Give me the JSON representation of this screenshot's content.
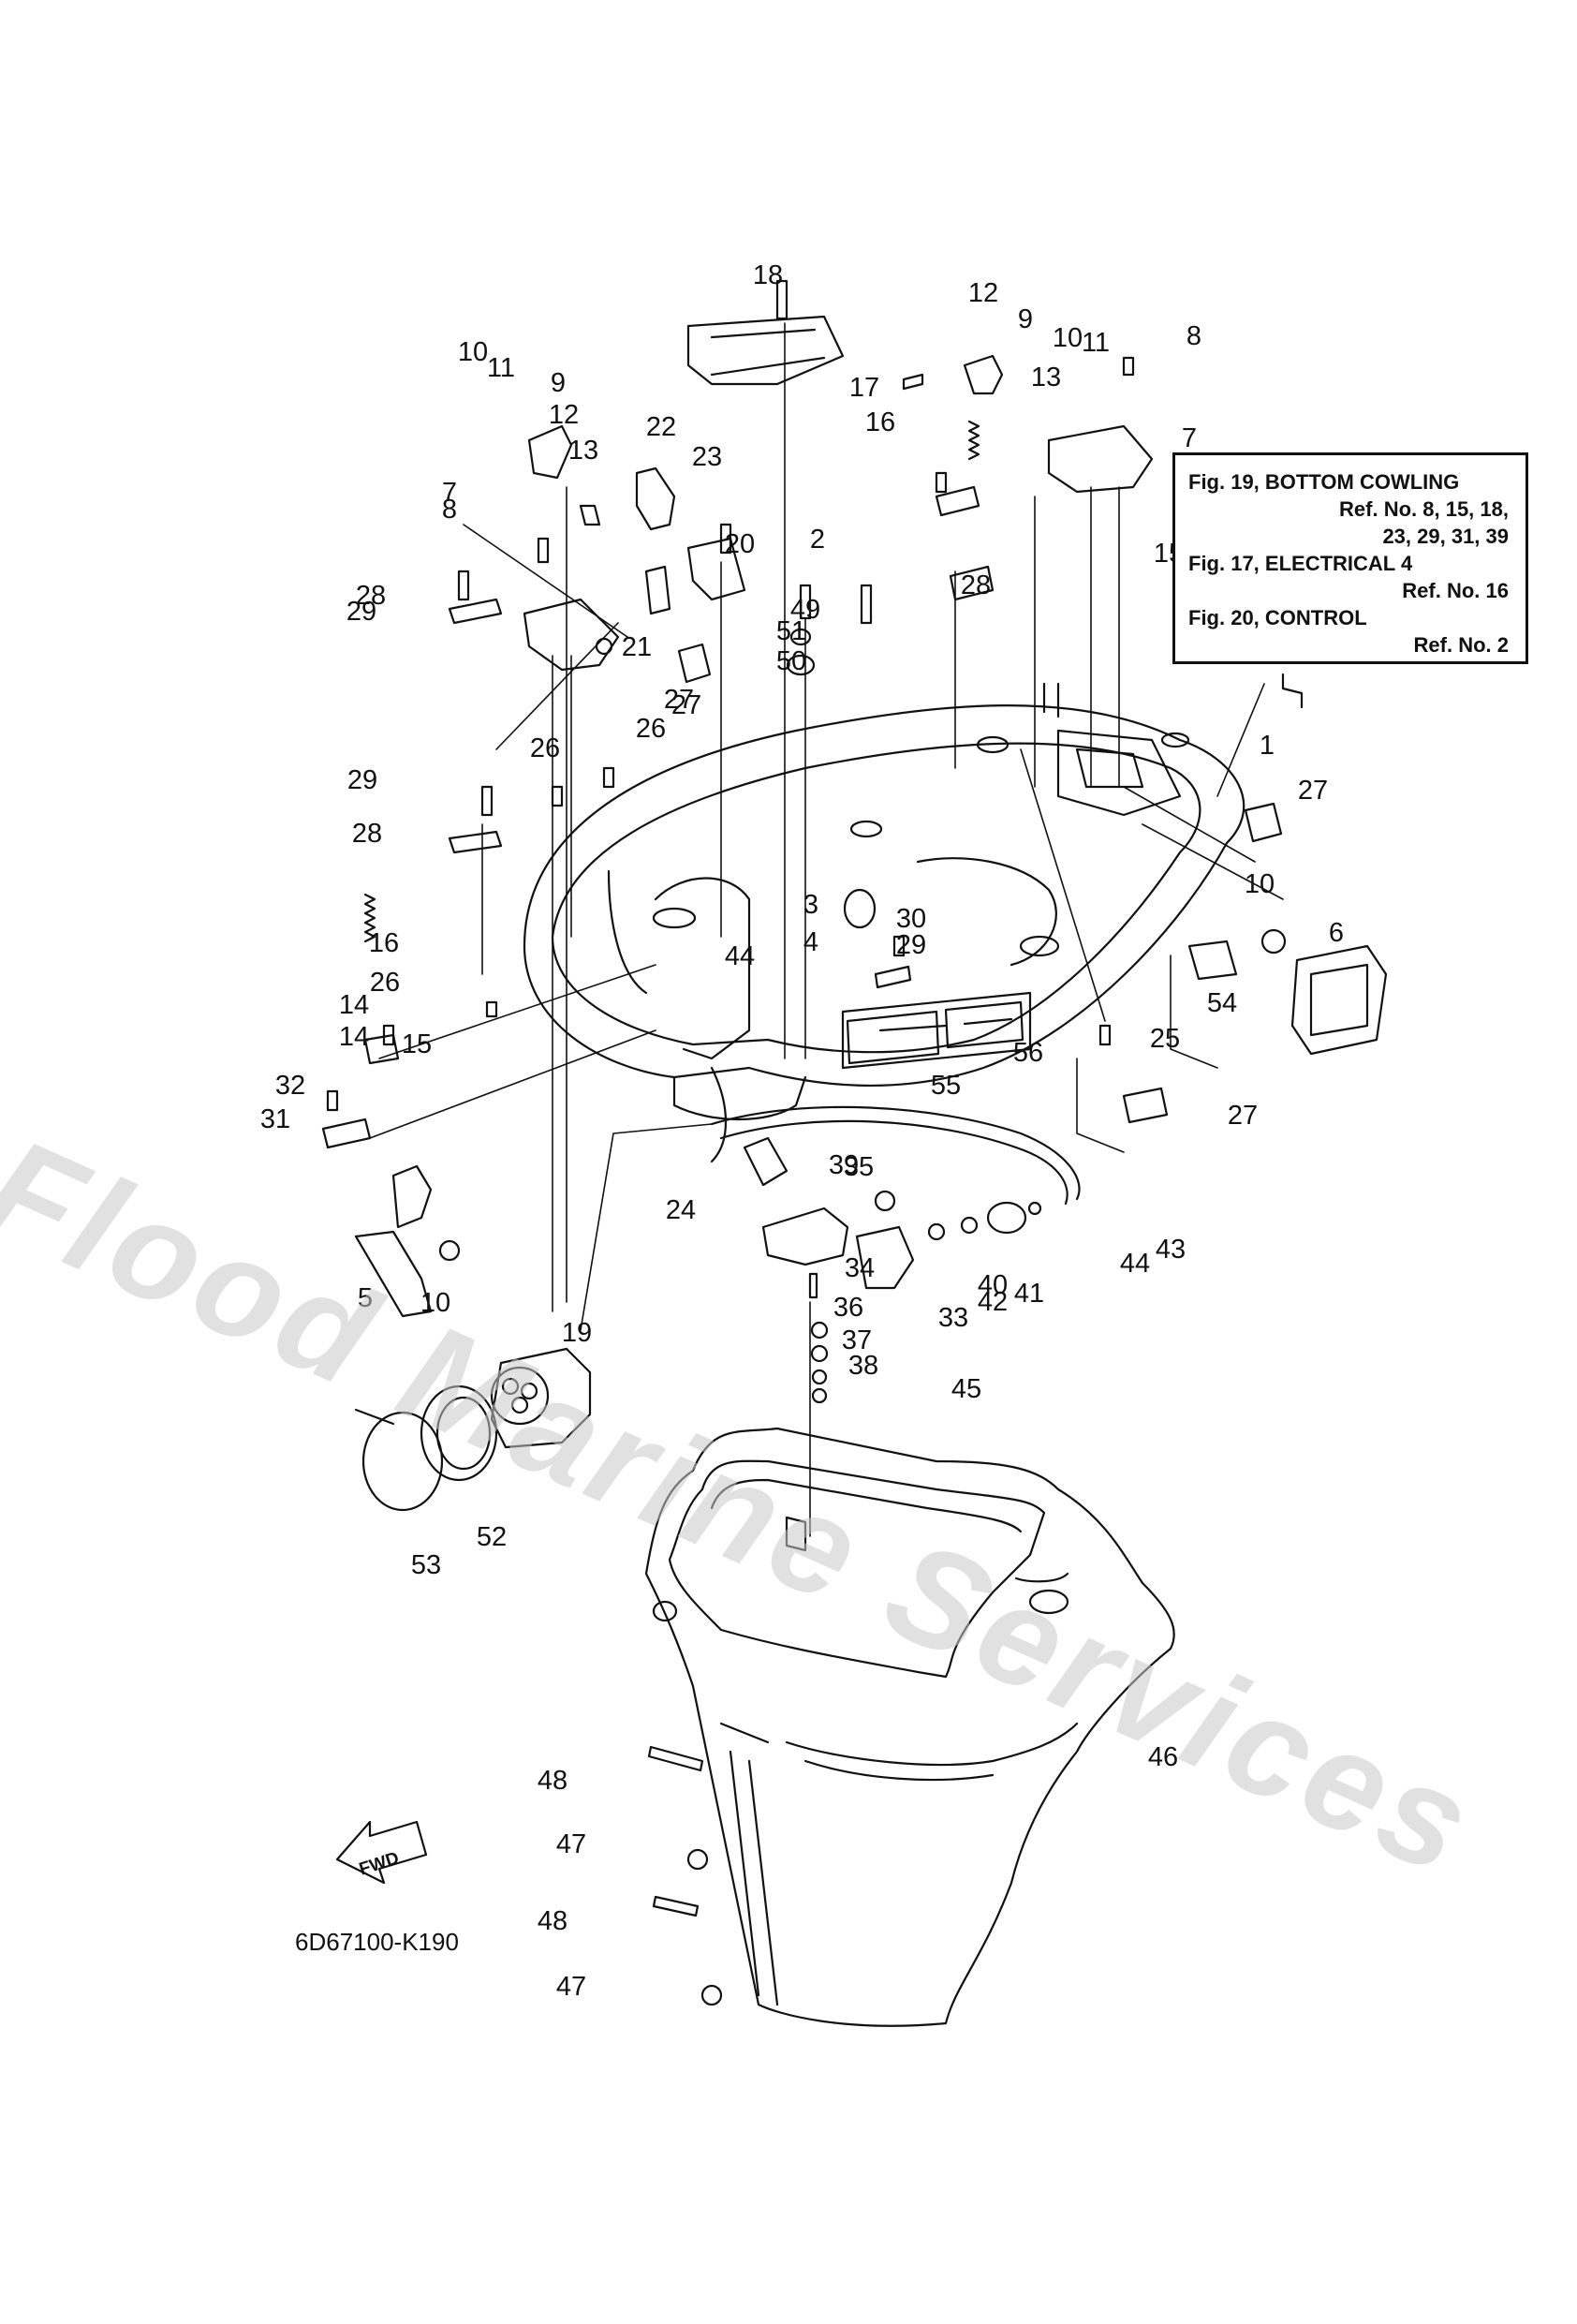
{
  "reference_box": {
    "lines": [
      {
        "kind": "fig",
        "text": "Fig. 19, BOTTOM COWLING"
      },
      {
        "kind": "ref",
        "text": "Ref. No. 8, 15, 18,"
      },
      {
        "kind": "ref",
        "text": "23, 29, 31, 39"
      },
      {
        "kind": "fig",
        "text": "Fig. 17, ELECTRICAL 4"
      },
      {
        "kind": "ref",
        "text": "Ref. No. 16"
      },
      {
        "kind": "fig",
        "text": "Fig. 20, CONTROL"
      },
      {
        "kind": "ref",
        "text": "Ref. No. 2"
      }
    ]
  },
  "diagram_code": "6D67100-K190",
  "fwd_label": "FWD",
  "watermark": "Flood Marine Services",
  "callouts": [
    "1",
    "2",
    "3",
    "4",
    "5",
    "6",
    "7",
    "7",
    "8",
    "8",
    "9",
    "9",
    "10",
    "10",
    "10",
    "10",
    "11",
    "11",
    "12",
    "12",
    "13",
    "13",
    "14",
    "14",
    "15",
    "15",
    "16",
    "16",
    "17",
    "18",
    "19",
    "20",
    "21",
    "22",
    "23",
    "24",
    "25",
    "26",
    "26",
    "26",
    "27",
    "27",
    "27",
    "27",
    "28",
    "28",
    "28",
    "29",
    "29",
    "29",
    "30",
    "31",
    "32",
    "33",
    "34",
    "35",
    "36",
    "37",
    "38",
    "39",
    "40",
    "41",
    "42",
    "43",
    "44",
    "44",
    "45",
    "46",
    "47",
    "47",
    "48",
    "48",
    "49",
    "50",
    "51",
    "52",
    "53",
    "54",
    "55",
    "56"
  ]
}
